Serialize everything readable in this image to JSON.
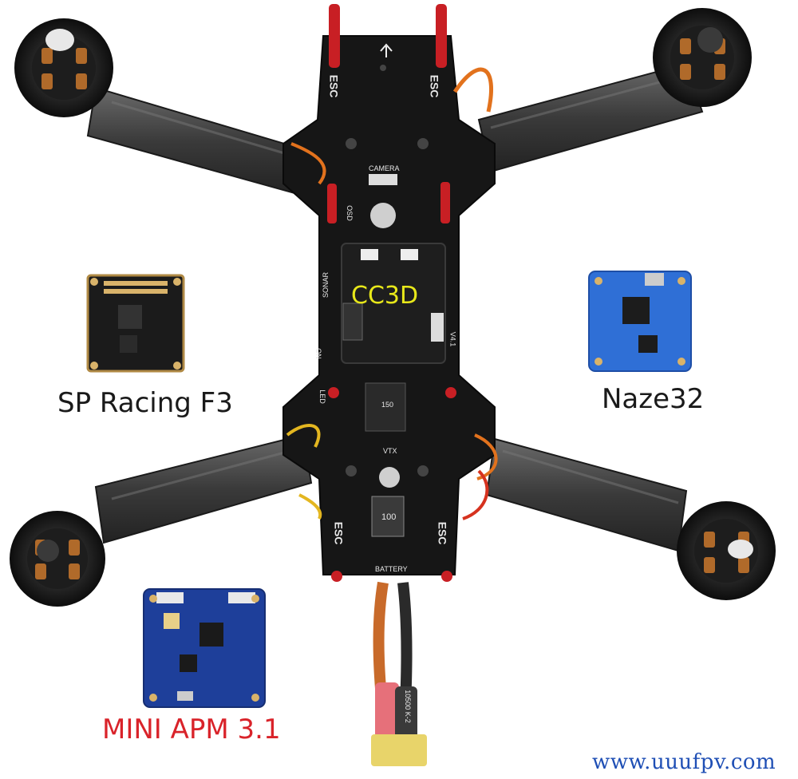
{
  "image": {
    "labels": {
      "sp_racing": "SP Racing F3",
      "naze": "Naze32",
      "mini_apm": "MINI APM 3.1",
      "cc3d": "CC3D",
      "website": "www.uuufpv.com"
    },
    "silkscreen": {
      "esc": "ESC",
      "camera": "CAMERA",
      "battery": "BATTERY",
      "vtx": "VTX",
      "osd": "OSD",
      "v41": "V4.1",
      "on": "ON",
      "led": "LED",
      "sonar": "SONAR",
      "inductor": "100",
      "regulator": "150",
      "cable_text": "10500 K-2"
    },
    "colors": {
      "apm_label": "#d9232a",
      "cc3d_label": "#e8e81a",
      "website": "#1f4fb5",
      "frame": "#161616",
      "naze_board": "#2f6fd6",
      "apm_board": "#1e3f9a",
      "spf3_board": "#1b1b1b"
    }
  }
}
